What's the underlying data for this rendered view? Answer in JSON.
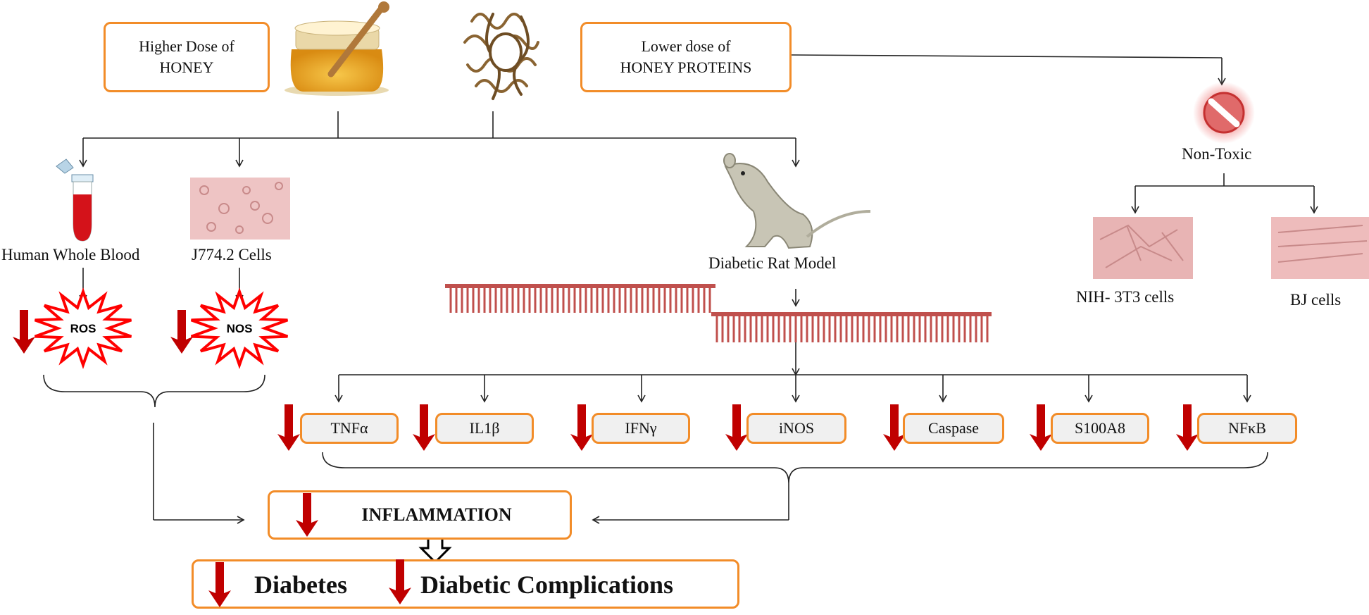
{
  "top": {
    "honey_box": [
      "Higher  Dose of",
      "HONEY"
    ],
    "proteins_box": [
      "Lower dose of",
      "HONEY PROTEINS"
    ]
  },
  "branches": {
    "blood": "Human  Whole Blood",
    "cells": "J774.2 Cells",
    "rat": "Diabetic  Rat  Model",
    "nontoxic": "Non-Toxic",
    "nih": "NIH- 3T3 cells",
    "bj": "BJ cells"
  },
  "bursts": {
    "ros": "ROS",
    "nos": "NOS"
  },
  "markers": [
    "TNFα",
    "IL1β",
    "IFNγ",
    "iNOS",
    "Caspase",
    "S100A8",
    "NFκB"
  ],
  "outcome": {
    "inflammation": "INFLAMMATION",
    "diabetes": "Diabetes",
    "complications": "Diabetic Complications"
  },
  "icons": [
    "honey-jar-icon",
    "protein-structure-icon",
    "prohibited-icon",
    "blood-tube-icon",
    "rat-icon",
    "cell-micrograph-icon",
    "down-arrow-icon"
  ],
  "colors": {
    "box_border": "#f28c28",
    "down_arrow": "#c00000",
    "gel_bars": "#c0504d",
    "burst": "#ff0000"
  }
}
